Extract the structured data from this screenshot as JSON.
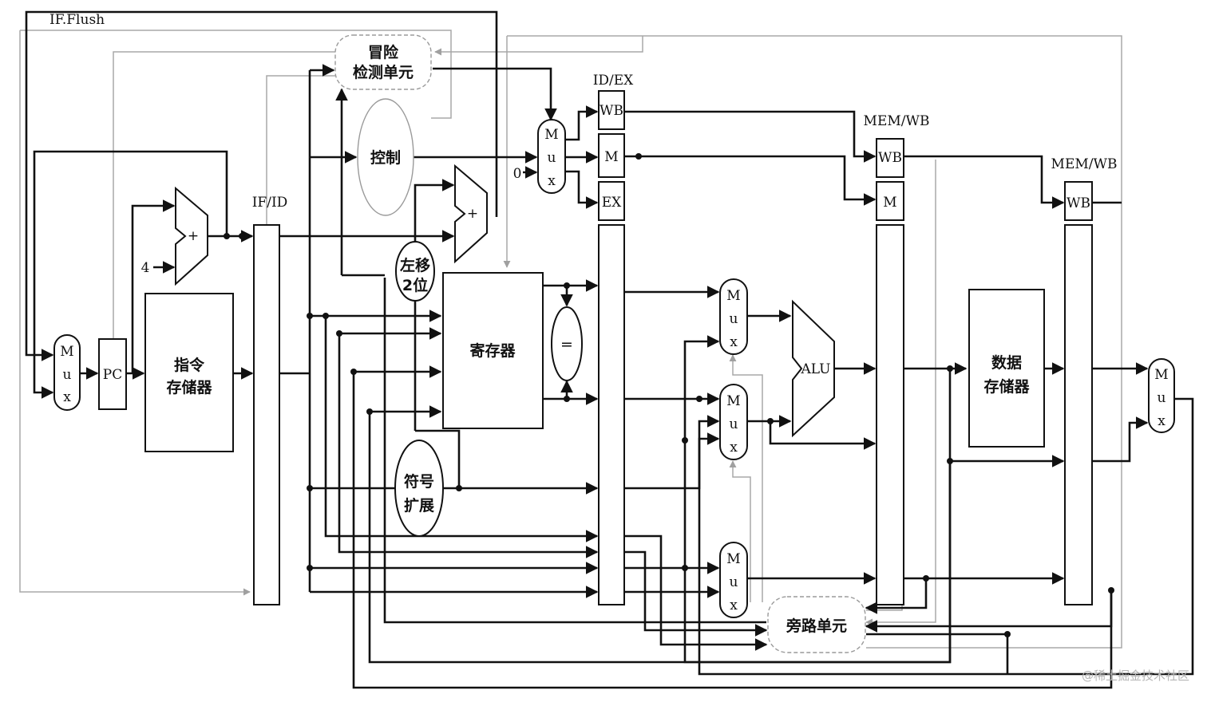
{
  "labels": {
    "if_flush": "IF.Flush",
    "hazard_line1": "冒险",
    "hazard_line2": "检测单元",
    "control": "控制",
    "id_ex": "ID/EX",
    "mem_wb_1": "MEM/WB",
    "mem_wb_2": "MEM/WB",
    "if_id": "IF/ID",
    "wb": "WB",
    "m": "M",
    "ex": "EX",
    "mux_m": "M",
    "mux_u": "u",
    "mux_x": "x",
    "zero": "0",
    "four": "4",
    "plus": "+",
    "pc": "PC",
    "imem_line1": "指令",
    "imem_line2": "存储器",
    "shift_line1": "左移",
    "shift_line2": "2位",
    "registers": "寄存器",
    "equal": "=",
    "sign_line1": "符号",
    "sign_line2": "扩展",
    "alu": "ALU",
    "dmem_line1": "数据",
    "dmem_line2": "存储器",
    "forward": "旁路单元",
    "watermark": "@稀土掘金技术社区"
  }
}
